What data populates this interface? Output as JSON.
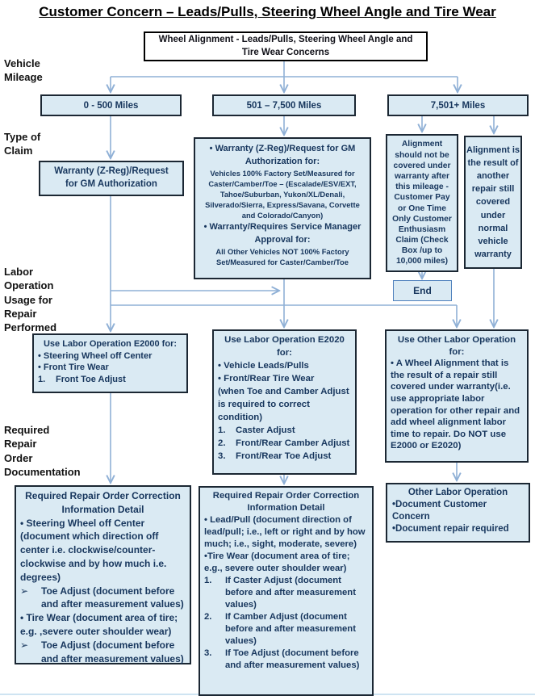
{
  "title": "Customer Concern – Leads/Pulls, Steering Wheel Angle and Tire Wear",
  "colors": {
    "box_fill": "#daeaf3",
    "box_border": "#1b2733",
    "connector": "#8fb0d6",
    "box_text": "#17365d",
    "end_box_border": "#4f81bd",
    "title_text": "#000000"
  },
  "side_labels": {
    "vehicle_mileage": "Vehicle\nMileage",
    "type_of_claim": "Type of\nClaim",
    "labor_operation": "Labor\nOperation\nUsage for\nRepair\nPerformed",
    "required_docs": "Required\nRepair\nOrder\nDocumentation"
  },
  "boxes": {
    "start": {
      "text": "Wheel Alignment - Leads/Pulls, Steering Wheel Angle and Tire Wear Concerns"
    },
    "mileage": [
      {
        "label": "0 - 500 Miles"
      },
      {
        "label": "501 – 7,500 Miles"
      },
      {
        "label": "7,501+ Miles"
      }
    ],
    "claim_left": {
      "text": "Warranty (Z-Reg)/Request\nfor GM  Authorization"
    },
    "claim_mid": {
      "lines": [
        {
          "text": "• Warranty (Z-Reg)/Request for GM Authorization for:"
        },
        {
          "text": "Vehicles 100% Factory Set/Measured for Caster/Camber/Toe – (Escalade/ESV/EXT, Tahoe/Suburban, Yukon/XL/Denali, Silverado/Sierra, Express/Savana,  Corvette and Colorado/Canyon)"
        },
        {
          "text": "• Warranty/Requires Service Manager Approval for:"
        },
        {
          "text": "All Other Vehicles NOT 100% Factory Set/Measured for Caster/Camber/Toe"
        }
      ]
    },
    "claim_right1": {
      "text": "Alignment should not be covered under warranty after this mileage - Customer Pay or  One Time Only Customer Enthusiasm Claim (Check Box /up to 10,000 miles)"
    },
    "claim_right2": {
      "text": "Alignment is the result of another repair still covered under normal vehicle warranty"
    },
    "end": {
      "label": "End"
    },
    "e2000": {
      "title": "Use Labor Operation E2000 for:",
      "bullet1": "• Steering Wheel off Center",
      "bullet2": "• Front Tire Wear",
      "num1_marker": "1.",
      "num1_text": "Front Toe Adjust"
    },
    "e2020": {
      "title": "Use Labor Operation E2020 for:",
      "bullet1": "• Vehicle Leads/Pulls",
      "bullet2": "• Front/Rear Tire Wear",
      "note": "(when Toe and Camber Adjust is required to correct condition)",
      "num1_marker": "1.",
      "num1_text": "Caster Adjust",
      "num2_marker": "2.",
      "num2_text": "Front/Rear Camber Adjust",
      "num3_marker": "3.",
      "num3_text": "Front/Rear Toe Adjust"
    },
    "labor_other": {
      "title": "Use Other Labor Operation for:",
      "body": "• A Wheel Alignment that is the result of a repair still covered under warranty(i.e. use appropriate labor operation for other repair and add wheel alignment labor time to repair. Do NOT use E2000 or E2020)"
    },
    "doc_left": {
      "title": "Required Repair Order Correction Information Detail",
      "para1": "•  Steering Wheel off Center (document which direction off center i.e. clockwise/counter-clockwise and by how much i.e. degrees)",
      "arrow1_marker": "➢",
      "arrow1_text": "Toe Adjust (document before and after measurement values)",
      "para2": "• Tire Wear (document area of tire; e.g. ,severe outer shoulder wear)",
      "arrow2_marker": "➢",
      "arrow2_text": "Toe Adjust (document before and after measurement values)"
    },
    "doc_mid": {
      "title": "Required Repair Order Correction Information Detail",
      "para1": "• Lead/Pull (document direction of lead/pull; i.e., left or right and by how much; i.e., sight, moderate, severe)",
      "para2": "•Tire Wear (document area of tire; e.g., severe outer shoulder wear)",
      "num1_marker": "1.",
      "num1_text": "If Caster Adjust (document before and after measurement values)",
      "num2_marker": "2.",
      "num2_text": "If Camber Adjust (document before and after measurement values)",
      "num3_marker": "3.",
      "num3_text": "If Toe Adjust (document before and after measurement values)"
    },
    "doc_right": {
      "title": "Other Labor Operation",
      "line1": "•Document Customer Concern",
      "line2": "•Document repair required"
    }
  }
}
